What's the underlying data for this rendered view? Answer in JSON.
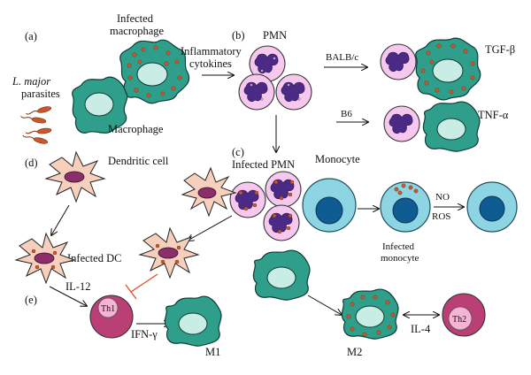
{
  "panels": {
    "a": "(a)",
    "b": "(b)",
    "c": "(c)",
    "d": "(d)",
    "e": "(e)"
  },
  "labels": {
    "infected_macrophage_line1": "Infected",
    "infected_macrophage_line2": "macrophage",
    "parasites_italic": "L. major",
    "parasites_rest": "parasites",
    "macrophage": "Macrophage",
    "pmn": "PMN",
    "inflammatory_line1": "Inflammatory",
    "inflammatory_line2": "cytokines",
    "balbc": "BALB/c",
    "b6": "B6",
    "tgf_beta": "TGF-β",
    "tnf_alpha": "TNF-α",
    "dendritic_cell": "Dendritic cell",
    "infected_pmn": "Infected PMN",
    "monocyte": "Monocyte",
    "no": "NO",
    "ros": "ROS",
    "infected_monocyte_line1": "Infected",
    "infected_monocyte_line2": "monocyte",
    "infected_dc": "Infected DC",
    "il12": "IL-12",
    "th1": "Th1",
    "ifn_gamma": "IFN-γ",
    "m1": "M1",
    "m2": "M2",
    "il4": "IL-4",
    "th2": "Th2"
  }
}
